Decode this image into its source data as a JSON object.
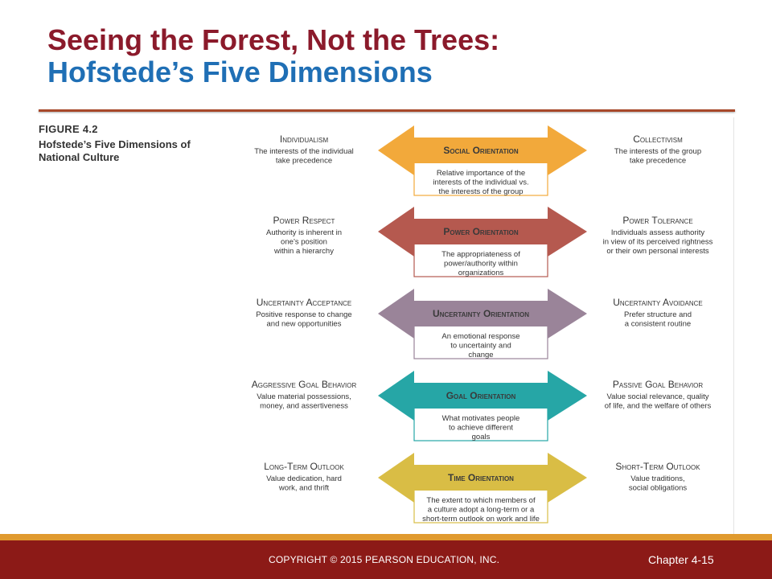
{
  "slide": {
    "title_line1": "Seeing the Forest, Not the Trees:",
    "title_line2": "Hofstede’s Five Dimensions"
  },
  "figure": {
    "label": "FIGURE 4.2",
    "caption": "Hofstede’s Five Dimensions of National Culture"
  },
  "dimensions": [
    {
      "name": "Social Orientation",
      "color": "#f2a93b",
      "left_title": "Individualism",
      "left_desc": [
        "The interests of the individual",
        "take precedence"
      ],
      "right_title": "Collectivism",
      "right_desc": [
        "The interests of the group",
        "take precedence"
      ],
      "center_desc": [
        "Relative importance of the",
        "interests of the individual vs.",
        "the interests of the group"
      ]
    },
    {
      "name": "Power Orientation",
      "color": "#b5594f",
      "left_title": "Power Respect",
      "left_desc": [
        "Authority is inherent in",
        "one’s position",
        "within a hierarchy"
      ],
      "right_title": "Power Tolerance",
      "right_desc": [
        "Individuals assess authority",
        "in view of its perceived rightness",
        "or their own personal interests"
      ],
      "center_desc": [
        "The appropriateness of",
        "power/authority within",
        "organizations"
      ]
    },
    {
      "name": "Uncertainty Orientation",
      "color": "#9a8499",
      "left_title": "Uncertainty Acceptance",
      "left_desc": [
        "Positive response to change",
        "and new opportunities"
      ],
      "right_title": "Uncertainty Avoidance",
      "right_desc": [
        "Prefer structure and",
        "a consistent routine"
      ],
      "center_desc": [
        "An emotional response",
        "to uncertainty and",
        "change"
      ]
    },
    {
      "name": "Goal Orientation",
      "color": "#26a6a6",
      "left_title": "Aggressive Goal Behavior",
      "left_desc": [
        "Value material possessions,",
        "money, and assertiveness"
      ],
      "right_title": "Passive Goal Behavior",
      "right_desc": [
        "Value social relevance, quality",
        "of life, and the welfare of others"
      ],
      "center_desc": [
        "What motivates people",
        "to achieve different",
        "goals"
      ]
    },
    {
      "name": "Time Orientation",
      "color": "#d9bd45",
      "left_title": "Long-Term Outlook",
      "left_desc": [
        "Value dedication, hard",
        "work, and thrift"
      ],
      "right_title": "Short-Term Outlook",
      "right_desc": [
        "Value traditions,",
        "social obligations"
      ],
      "center_desc": [
        "The extent to which members of",
        "a culture adopt a long-term or a",
        "short-term outlook on work and life"
      ]
    }
  ],
  "footer": {
    "copyright": "COPYRIGHT © 2015 PEARSON EDUCATION, INC.",
    "chapter": "Chapter 4-15"
  }
}
